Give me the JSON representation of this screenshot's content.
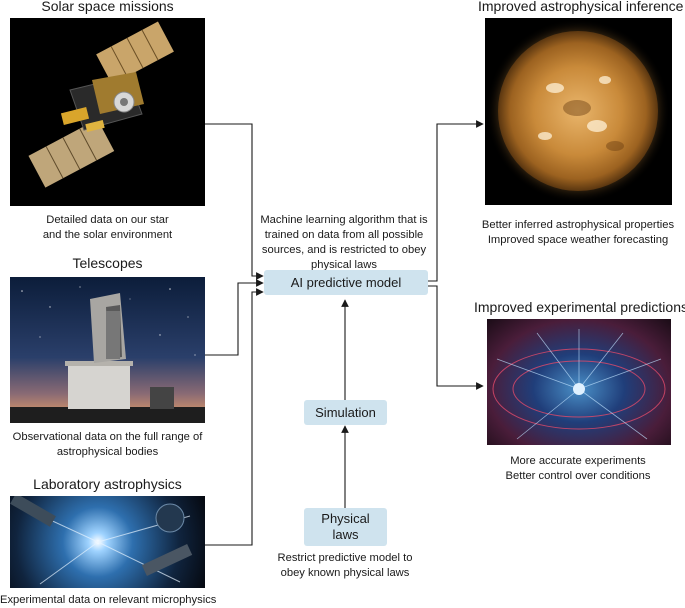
{
  "sources": {
    "solar": {
      "title": "Solar space missions",
      "caption_line1": "Detailed data on our star",
      "caption_line2": "and the solar environment"
    },
    "telescopes": {
      "title": "Telescopes",
      "caption_line1": "Observational data on the full range of",
      "caption_line2": "astrophysical bodies"
    },
    "laboratory": {
      "title": "Laboratory astrophysics",
      "caption_line1": "Experimental data on relevant microphysics"
    }
  },
  "model": {
    "description_lines": [
      "Machine learning algorithm that is",
      "trained on data from all possible",
      "sources, and is restricted to obey",
      "physical laws"
    ],
    "label": "AI predictive model"
  },
  "simulation": {
    "label": "Simulation"
  },
  "physical_laws": {
    "label_line1": "Physical",
    "label_line2": "laws",
    "caption_line1": "Restrict predictive model to",
    "caption_line2": "obey known physical laws"
  },
  "outputs": {
    "inference": {
      "title": "Improved astrophysical inference",
      "caption_line1": "Better inferred astrophysical properties",
      "caption_line2": "Improved space weather forecasting"
    },
    "experimental": {
      "title": "Improved experimental predictions",
      "caption_line1": "More accurate experiments",
      "caption_line2": "Better control over conditions"
    }
  },
  "colors": {
    "box_fill": "#cfe3ee",
    "connector": "#1a1a1a",
    "sun": "#c98a3a",
    "lab_plasma": "#2e6fae"
  }
}
